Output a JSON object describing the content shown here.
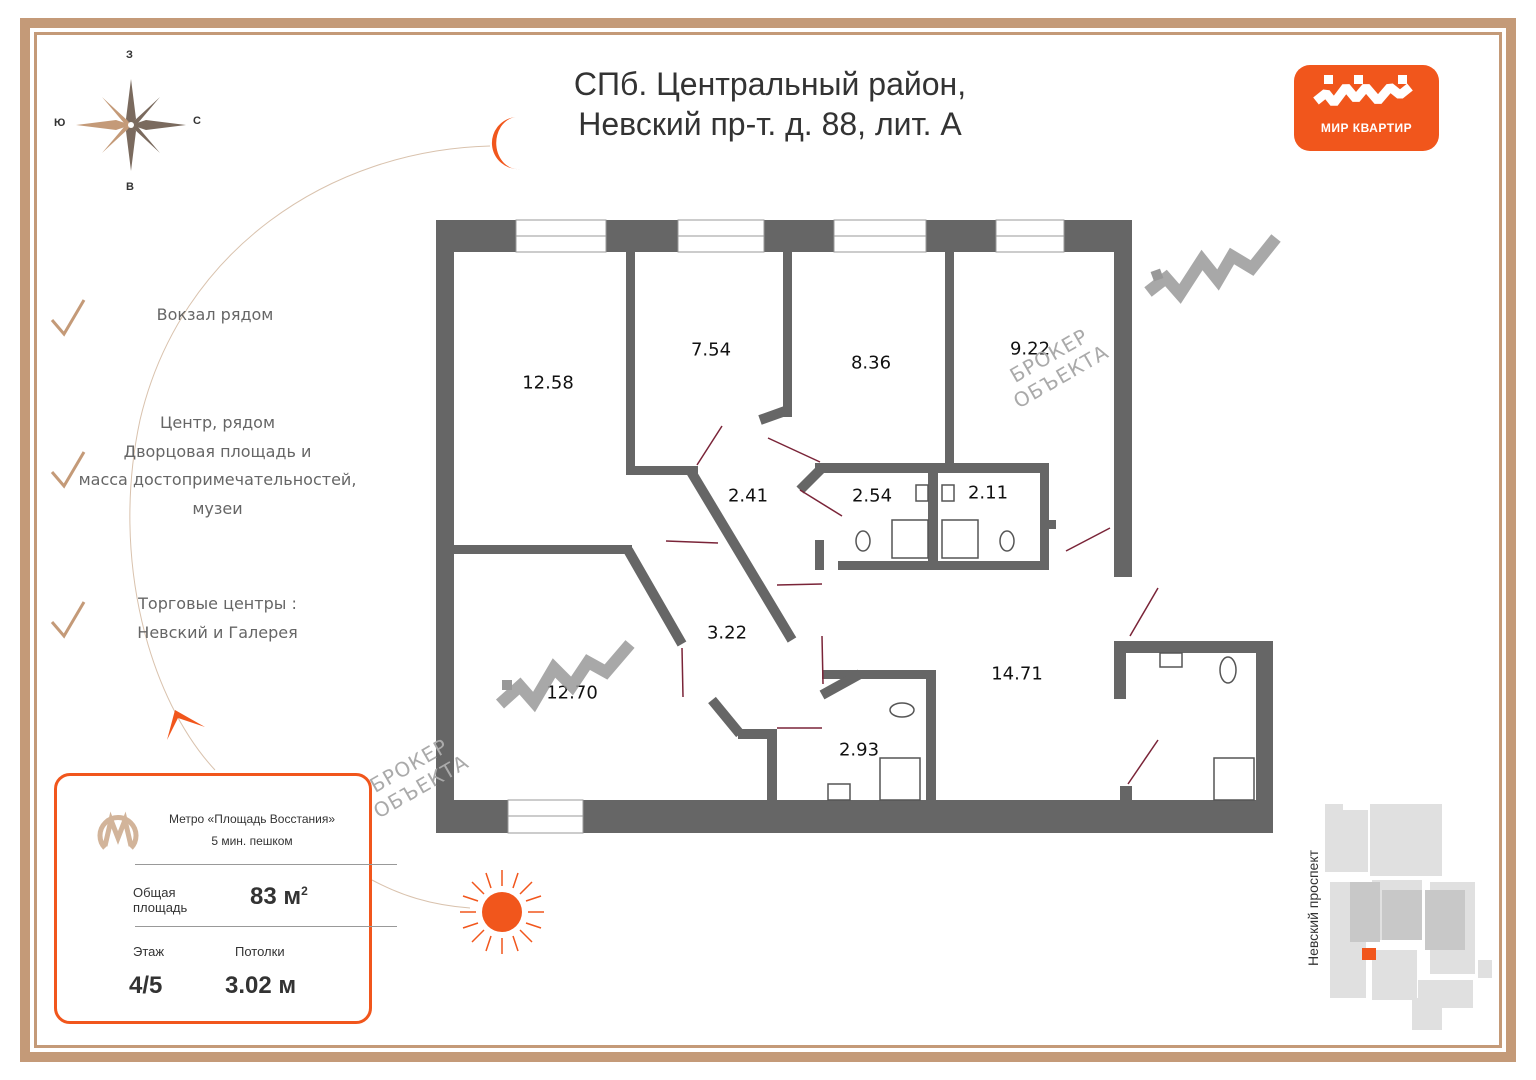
{
  "header": {
    "title_line1": "СПб. Центральный район,",
    "title_line2": "Невский пр-т. д. 88, лит. А"
  },
  "logo": {
    "text": "МИР КВАРТИР",
    "color": "#f1561c"
  },
  "compass": {
    "north": "З",
    "south": "В",
    "east": "С",
    "west": "Ю"
  },
  "features": [
    {
      "lines": [
        "Вокзал рядом"
      ]
    },
    {
      "lines": [
        "Центр, рядом",
        "Дворцовая площадь и",
        "масса достопримечательностей,",
        "музеи"
      ]
    },
    {
      "lines": [
        "Торговые центры :",
        "Невский и Галерея"
      ]
    }
  ],
  "rooms": [
    "12.58",
    "7.54",
    "8.36",
    "9.22",
    "2.41",
    "2.54",
    "2.11",
    "3.22",
    "12.70",
    "14.71",
    "2.93"
  ],
  "info": {
    "metro_name": "Метро «Площадь Восстания»",
    "metro_walk": "5 мин. пешком",
    "area_label_line1": "Общая",
    "area_label_line2": "площадь",
    "area_value": "83 м",
    "area_unit_sup": "2",
    "floor_label": "Этаж",
    "floor_value": "4/5",
    "ceiling_label": "Потолки",
    "ceiling_value": "3.02 м"
  },
  "watermark": {
    "line1": "БРОКЕР",
    "line2": "ОБЪЕКТА"
  },
  "map": {
    "street_label": "Невский проспект"
  },
  "colors": {
    "frame": "#c49a78",
    "accent": "#f1561c",
    "walls": "#666666"
  }
}
